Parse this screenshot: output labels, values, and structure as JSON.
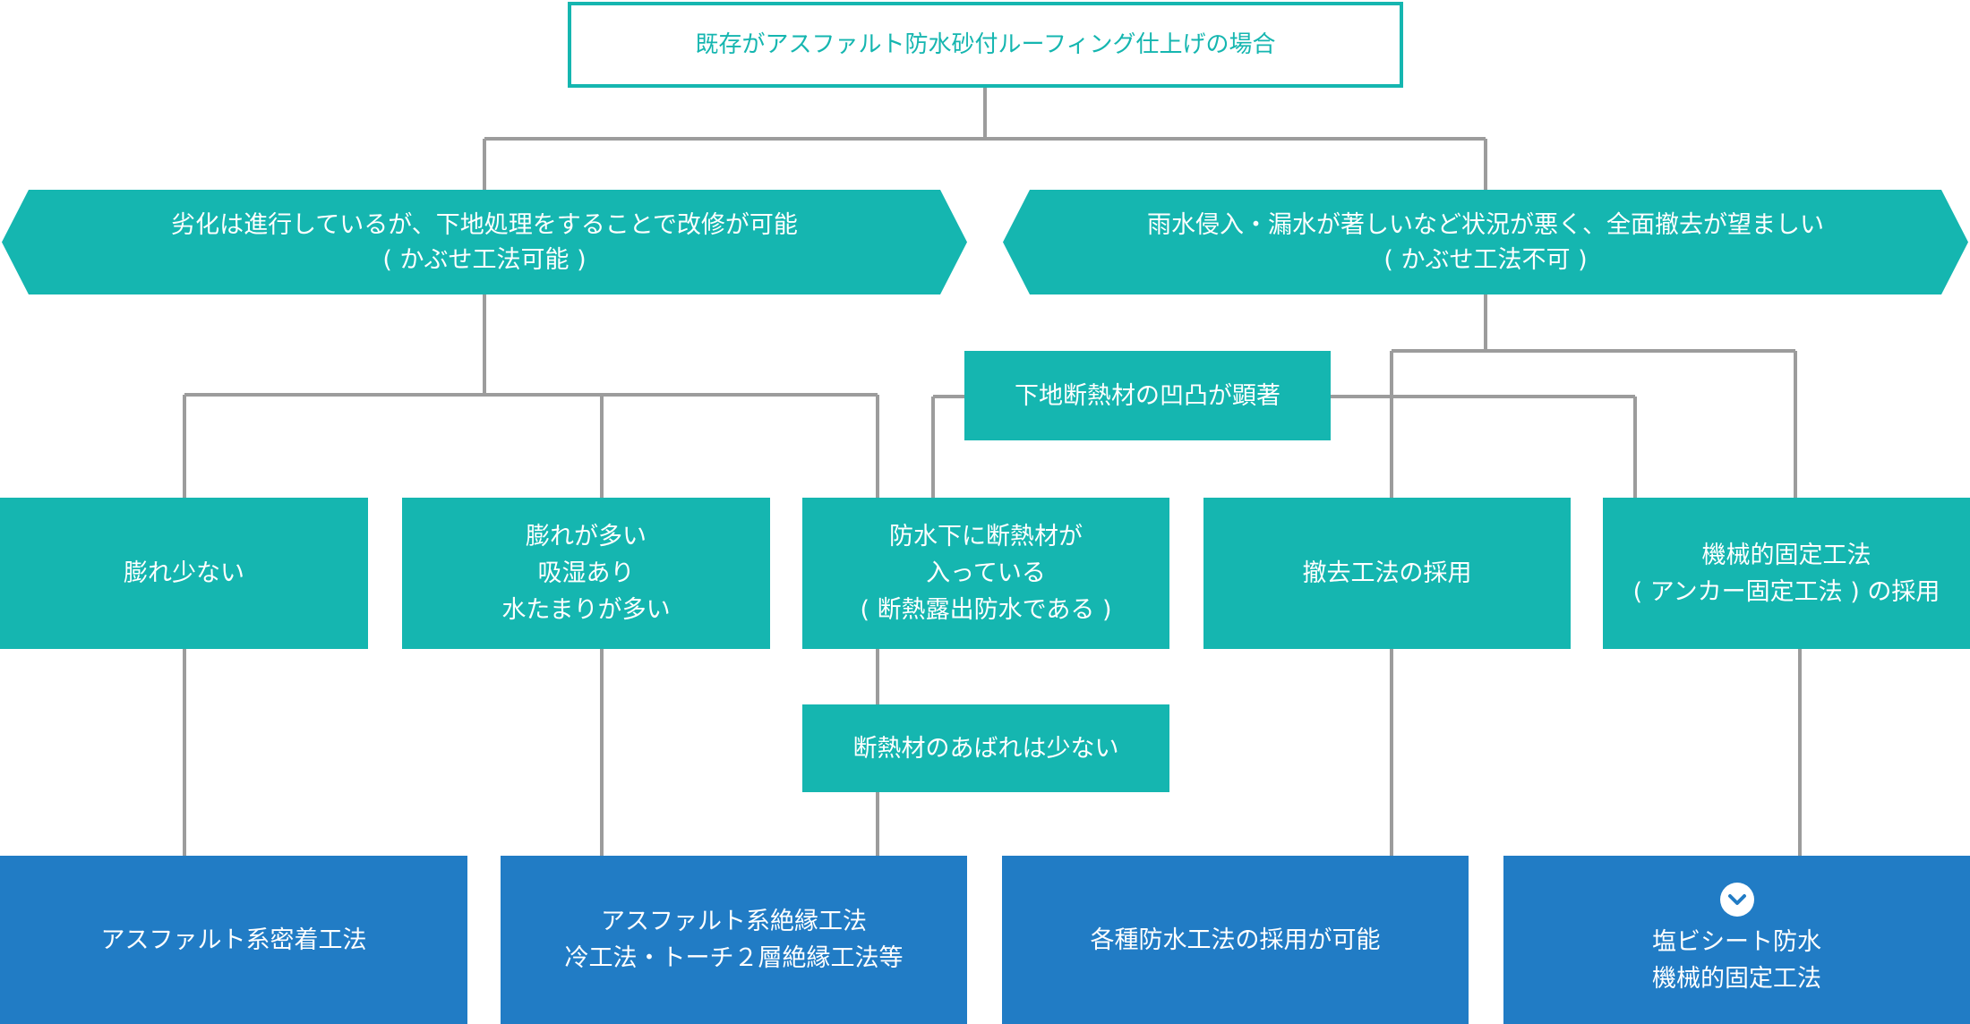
{
  "colors": {
    "teal": "#15b6b0",
    "blue": "#217cc5",
    "connector": "#9c9c9c"
  },
  "root": {
    "text": "既存がアスファルト防水砂付ルーフィング仕上げの場合"
  },
  "branches": {
    "left": {
      "line1": "劣化は進行しているが、下地処理をすることで改修が可能",
      "line2": "( かぶせ工法可能 )"
    },
    "right": {
      "line1": "雨水侵入・漏水が著しいなど状況が悪く、全面撤去が望ましい",
      "line2": "( かぶせ工法不可 )"
    }
  },
  "middle_label": {
    "text": "下地断熱材の凹凸が顕著"
  },
  "conditions": [
    {
      "lines": [
        "膨れ少ない"
      ]
    },
    {
      "lines": [
        "膨れが多い",
        "吸湿あり",
        "水たまりが多い"
      ]
    },
    {
      "lines": [
        "防水下に断熱材が",
        "入っている",
        "( 断熱露出防水である )"
      ]
    },
    {
      "lines": [
        "撤去工法の採用"
      ]
    },
    {
      "lines": [
        "機械的固定工法",
        "( アンカー固定工法 ) の採用"
      ]
    }
  ],
  "note": {
    "text": "断熱材のあばれは少ない"
  },
  "results": [
    {
      "lines": [
        "アスファルト系密着工法"
      ]
    },
    {
      "lines": [
        "アスファルト系絶縁工法",
        "冷工法・トーチ２層絶縁工法等"
      ]
    },
    {
      "lines": [
        "各種防水工法の採用が可能"
      ]
    },
    {
      "icon": "chevron-down-circle-icon",
      "lines": [
        "塩ビシート防水",
        "機械的固定工法"
      ]
    }
  ]
}
